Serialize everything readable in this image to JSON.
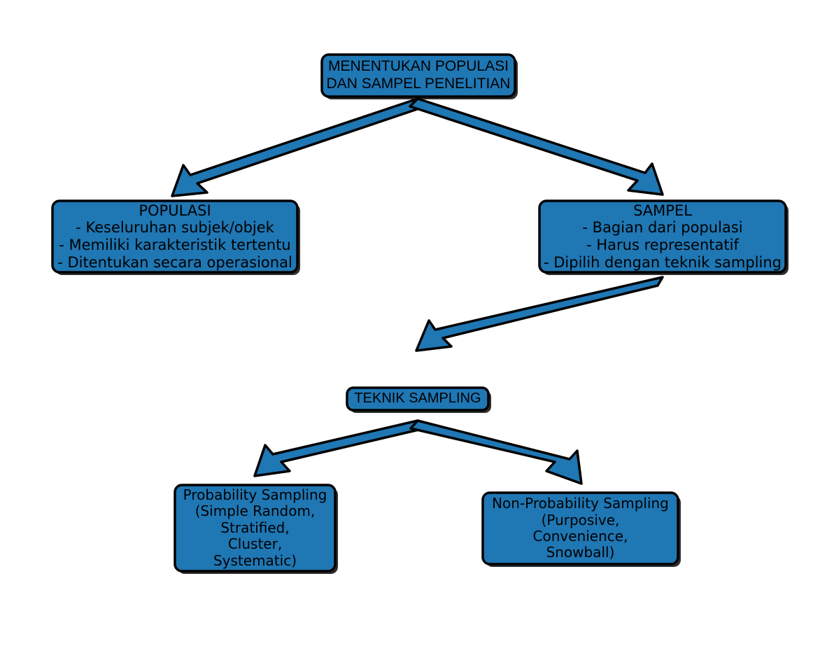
{
  "diagram": {
    "title_node": {
      "id": "menentukan-populasi-dan-sampel",
      "lines": [
        "MENENTUKAN POPULASI",
        "DAN SAMPEL PENELITIAN"
      ]
    },
    "populasi_node": {
      "id": "populasi",
      "heading": "POPULASI",
      "lines": [
        "- Keseluruhan subjek/objek",
        "- Memiliki karakteristik tertentu",
        "- Ditentukan secara operasional"
      ]
    },
    "sampel_node": {
      "id": "sampel",
      "heading": "SAMPEL",
      "lines": [
        "- Bagian dari populasi",
        "- Harus representatif",
        "- Dipilih dengan teknik sampling"
      ]
    },
    "teknik_node": {
      "id": "teknik-sampling",
      "label": "TEKNIK SAMPLING"
    },
    "probability_node": {
      "id": "probability-sampling",
      "lines": [
        "Probability Sampling",
        "(Simple Random,",
        "Stratified,",
        "Cluster,",
        "Systematic)"
      ]
    },
    "nonprobability_node": {
      "id": "non-probability-sampling",
      "lines": [
        "Non-Probability Sampling",
        "(Purposive,",
        "Convenience,",
        "Snowball)"
      ]
    },
    "connectors": [
      {
        "id": "arrow-title-to-populasi",
        "from": "menentukan-populasi-dan-sampel",
        "to": "populasi"
      },
      {
        "id": "arrow-title-to-sampel",
        "from": "menentukan-populasi-dan-sampel",
        "to": "sampel"
      },
      {
        "id": "arrow-sampel-to-teknik",
        "from": "sampel",
        "to": "teknik-sampling"
      },
      {
        "id": "arrow-teknik-to-probability",
        "from": "teknik-sampling",
        "to": "probability-sampling"
      },
      {
        "id": "arrow-teknik-to-nonprobability",
        "from": "teknik-sampling",
        "to": "non-probability-sampling"
      }
    ],
    "colors": {
      "node_fill": "#1f77b4",
      "node_stroke": "#000000",
      "arrow_fill": "#1f77b4",
      "arrow_stroke": "#000000",
      "text": "#000000",
      "background": "#ffffff"
    }
  }
}
